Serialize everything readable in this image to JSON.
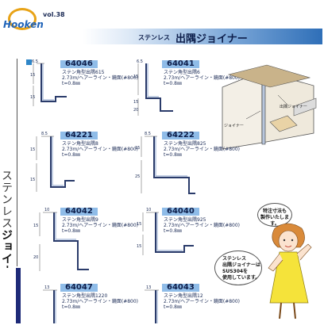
{
  "header": {
    "logo_text": "Hooken",
    "volume": "vol.38",
    "title_small": "ステンレス",
    "title_big": "出隅ジョイナー"
  },
  "side_label": {
    "normal": "ステンレス",
    "bold": "ジョイナー"
  },
  "products": [
    {
      "code": "64046",
      "name": "ステン角型出隅615",
      "spec": "2.73m/ヘアーライン・鏡面(#800)",
      "thickness": "t=0.8㎜",
      "dims": [
        "6.5",
        "15",
        "15"
      ]
    },
    {
      "code": "64041",
      "name": "ステン角型出隅6",
      "spec": "2.73m/ヘアーライン・鏡面(#800)",
      "thickness": "t=0.8㎜",
      "dims": [
        "6.5",
        "15",
        "15",
        "20"
      ]
    },
    {
      "code": "64221",
      "name": "ステン角型出隅8",
      "spec": "2.73m/ヘアーライン・鏡面(#800)",
      "thickness": "t=0.8㎜",
      "dims": [
        "8.5",
        "15",
        "15"
      ]
    },
    {
      "code": "64222",
      "name": "ステン角型出隅825",
      "spec": "2.73m/ヘアーライン・鏡面(#800)",
      "thickness": "t=0.8㎜",
      "dims": [
        "8.5",
        "15",
        "25"
      ]
    },
    {
      "code": "64042",
      "name": "ステン角型出隅9",
      "spec": "2.73m/ヘアーライン・鏡面(#800)",
      "thickness": "t=0.8㎜",
      "dims": [
        "10",
        "15",
        "20"
      ]
    },
    {
      "code": "64040",
      "name": "ステン角型出隅925",
      "spec": "2.73m/ヘアーライン・鏡面(#800)",
      "thickness": "t=0.8㎜",
      "dims": [
        "10",
        "15",
        "15"
      ]
    },
    {
      "code": "64047",
      "name": "ステン角型出隅1220",
      "spec": "2.73m/ヘアーライン・鏡面(#800)",
      "thickness": "t=0.8㎜",
      "dims": [
        "13"
      ]
    },
    {
      "code": "64043",
      "name": "ステン角型出隅12",
      "spec": "2.73m/ヘアーライン・鏡面(#800)",
      "thickness": "t=0.8㎜",
      "dims": [
        "13"
      ]
    }
  ],
  "illustration": {
    "label_top": "出隅ジョイナー",
    "label_bottom": "ジョイナー"
  },
  "callouts": {
    "bubble1": [
      "特注寸法も",
      "製作いたします。"
    ],
    "bubble2": [
      "ステンレス",
      "出隅ジョイナーは",
      "SUS304を",
      "使用しています。"
    ]
  },
  "colors": {
    "accent": "#8fbce8",
    "navy": "#1e2a78",
    "marker": "#2f86c8"
  }
}
